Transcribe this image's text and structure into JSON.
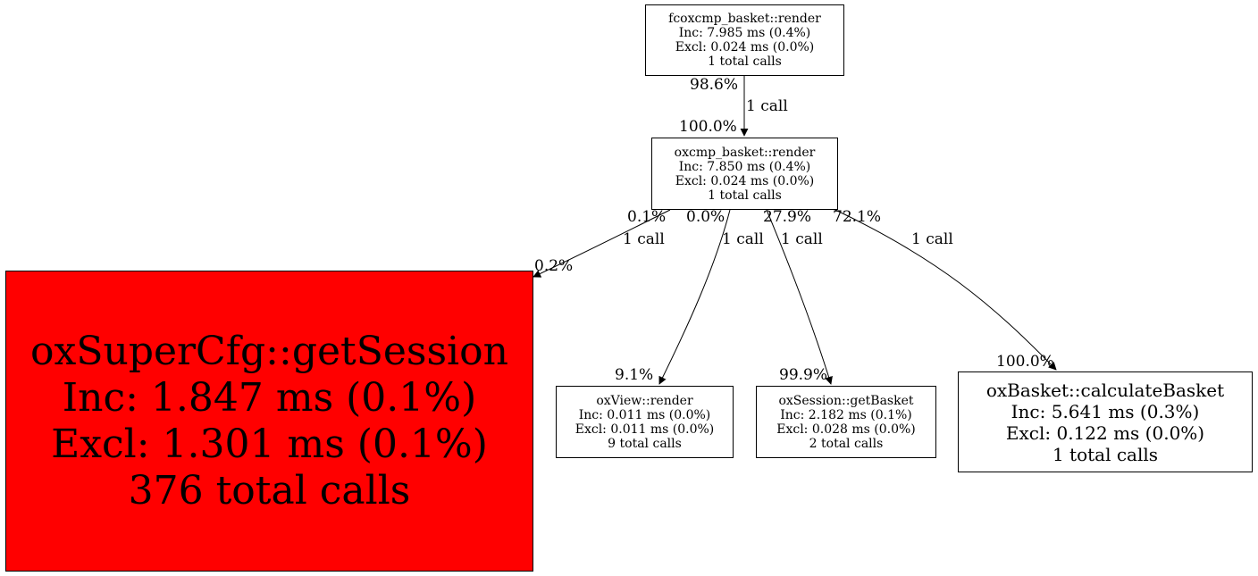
{
  "nodes": {
    "fcoxcmp_render": {
      "name": "fcoxcmp_basket::render",
      "inc": "Inc: 7.985 ms (0.4%)",
      "excl": "Excl: 0.024 ms (0.0%)",
      "calls": "1 total calls"
    },
    "oxcmp_render": {
      "name": "oxcmp_basket::render",
      "inc": "Inc: 7.850 ms (0.4%)",
      "excl": "Excl: 0.024 ms (0.0%)",
      "calls": "1 total calls"
    },
    "get_session": {
      "name": "oxSuperCfg::getSession",
      "inc": "Inc: 1.847 ms (0.1%)",
      "excl": "Excl: 1.301 ms (0.1%)",
      "calls": "376 total calls",
      "fill": "#ff0000"
    },
    "view_render": {
      "name": "oxView::render",
      "inc": "Inc: 0.011 ms (0.0%)",
      "excl": "Excl: 0.011 ms (0.0%)",
      "calls": "9 total calls"
    },
    "get_basket": {
      "name": "oxSession::getBasket",
      "inc": "Inc: 2.182 ms (0.1%)",
      "excl": "Excl: 0.028 ms (0.0%)",
      "calls": "2 total calls"
    },
    "calc_basket": {
      "name": "oxBasket::calculateBasket",
      "inc": "Inc: 5.641 ms (0.3%)",
      "excl": "Excl: 0.122 ms (0.0%)",
      "calls": "1 total calls"
    }
  },
  "edges": {
    "e1": {
      "out_pct": "98.6%",
      "calls": "1 call",
      "in_pct": "100.0%"
    },
    "e2": {
      "out_pct": "0.1%",
      "calls": "1 call",
      "in_pct": "0.2%"
    },
    "e3": {
      "out_pct": "0.0%",
      "calls": "1 call",
      "in_pct": "9.1%"
    },
    "e4": {
      "out_pct": "27.9%",
      "calls": "1 call",
      "in_pct": "99.9%"
    },
    "e5": {
      "out_pct": "72.1%",
      "calls": "1 call",
      "in_pct": "100.0%"
    }
  },
  "colors": {
    "stroke": "#000000",
    "background": "#ffffff",
    "hot_node": "#ff0000"
  }
}
